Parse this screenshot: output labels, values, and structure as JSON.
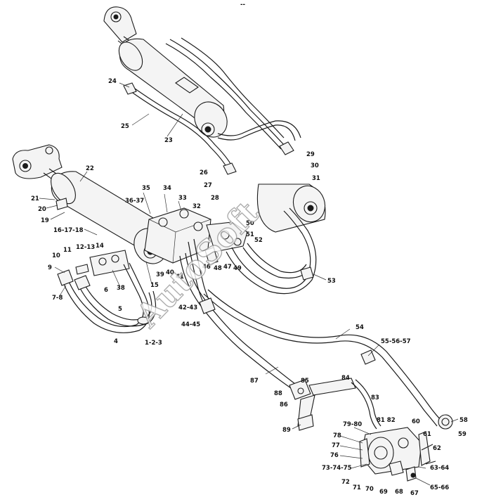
{
  "title": "--",
  "watermark": "AutoSoft",
  "callouts": [
    {
      "id": "c24",
      "text": "24"
    },
    {
      "id": "c25a",
      "text": "25"
    },
    {
      "id": "c23",
      "text": "23"
    },
    {
      "id": "c22",
      "text": "22"
    },
    {
      "id": "c21",
      "text": "21"
    },
    {
      "id": "c20",
      "text": "20"
    },
    {
      "id": "c19",
      "text": "19"
    },
    {
      "id": "c16",
      "text": "16-17-18"
    },
    {
      "id": "c35",
      "text": "35"
    },
    {
      "id": "c34",
      "text": "34"
    },
    {
      "id": "c33",
      "text": "33"
    },
    {
      "id": "c3637",
      "text": "36-37"
    },
    {
      "id": "c32",
      "text": "32"
    },
    {
      "id": "c11",
      "text": "11"
    },
    {
      "id": "c1213",
      "text": "12-13"
    },
    {
      "id": "c14",
      "text": "14"
    },
    {
      "id": "c10",
      "text": "10"
    },
    {
      "id": "c9",
      "text": "9"
    },
    {
      "id": "c78",
      "text": "7-8"
    },
    {
      "id": "c6",
      "text": "6"
    },
    {
      "id": "c38",
      "text": "38"
    },
    {
      "id": "c39",
      "text": "39"
    },
    {
      "id": "c40",
      "text": "40"
    },
    {
      "id": "c41",
      "text": "41"
    },
    {
      "id": "c15",
      "text": "15"
    },
    {
      "id": "c5",
      "text": "5"
    },
    {
      "id": "c4",
      "text": "4"
    },
    {
      "id": "c123",
      "text": "1-2-3"
    },
    {
      "id": "c4243",
      "text": "42-43"
    },
    {
      "id": "c4445",
      "text": "44-45"
    },
    {
      "id": "c26",
      "text": "26"
    },
    {
      "id": "c27",
      "text": "27"
    },
    {
      "id": "c28",
      "text": "28"
    },
    {
      "id": "c29",
      "text": "29"
    },
    {
      "id": "c30",
      "text": "30"
    },
    {
      "id": "c31",
      "text": "31"
    },
    {
      "id": "c50",
      "text": "50"
    },
    {
      "id": "c51",
      "text": "51"
    },
    {
      "id": "c52",
      "text": "52"
    },
    {
      "id": "c46",
      "text": "46"
    },
    {
      "id": "c48",
      "text": "48"
    },
    {
      "id": "c47",
      "text": "47"
    },
    {
      "id": "c49",
      "text": "49"
    },
    {
      "id": "c53",
      "text": "53"
    },
    {
      "id": "c54",
      "text": "54"
    },
    {
      "id": "c555657",
      "text": "55-56-57"
    },
    {
      "id": "c87",
      "text": "87"
    },
    {
      "id": "c85",
      "text": "85"
    },
    {
      "id": "c84",
      "text": "84"
    },
    {
      "id": "c88",
      "text": "88"
    },
    {
      "id": "c86",
      "text": "86"
    },
    {
      "id": "c83",
      "text": "83"
    },
    {
      "id": "c89",
      "text": "89"
    },
    {
      "id": "c58",
      "text": "58"
    },
    {
      "id": "c59",
      "text": "59"
    },
    {
      "id": "c8182",
      "text": "81 82"
    },
    {
      "id": "c7980",
      "text": "79-80"
    },
    {
      "id": "c60",
      "text": "60"
    },
    {
      "id": "c61",
      "text": "61"
    },
    {
      "id": "c78b",
      "text": "78"
    },
    {
      "id": "c77",
      "text": "77"
    },
    {
      "id": "c62",
      "text": "62"
    },
    {
      "id": "c76",
      "text": "76"
    },
    {
      "id": "c737475",
      "text": "73-74-75"
    },
    {
      "id": "c6364",
      "text": "63-64"
    },
    {
      "id": "c72",
      "text": "72"
    },
    {
      "id": "c71",
      "text": "71"
    },
    {
      "id": "c70",
      "text": "70"
    },
    {
      "id": "c69",
      "text": "69"
    },
    {
      "id": "c68",
      "text": "68"
    },
    {
      "id": "c67",
      "text": "67"
    },
    {
      "id": "c6566",
      "text": "65-66"
    }
  ]
}
